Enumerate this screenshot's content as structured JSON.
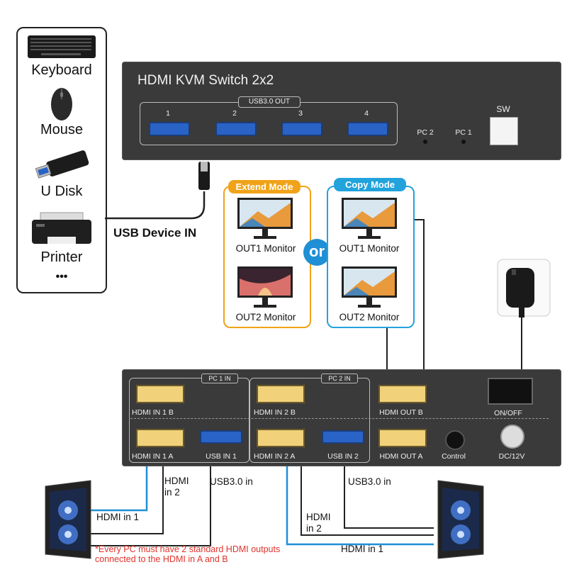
{
  "peripherals": {
    "items": [
      {
        "label": "Keyboard",
        "icon": "keyboard-icon"
      },
      {
        "label": "Mouse",
        "icon": "mouse-icon"
      },
      {
        "label": "U Disk",
        "icon": "usb-disk-icon"
      },
      {
        "label": "Printer",
        "icon": "printer-icon"
      }
    ],
    "more": "•••"
  },
  "usb_device_in": "USB Device IN",
  "front_panel": {
    "title": "HDMI KVM Switch 2x2",
    "usb_group_label": "USB3.0 OUT",
    "ports": [
      "1",
      "2",
      "3",
      "4"
    ],
    "pc_leds": [
      "PC 2",
      "PC 1"
    ],
    "sw_label": "SW"
  },
  "extend_mode": {
    "title": "Extend Mode",
    "monitors": [
      "OUT1 Monitor",
      "OUT2 Monitor"
    ],
    "color": "#f0a319"
  },
  "or_label": "or",
  "copy_mode": {
    "title": "Copy Mode",
    "monitors": [
      "OUT1 Monitor",
      "OUT2 Monitor"
    ],
    "color": "#22a3dc"
  },
  "rear_panel": {
    "pc1_group": "PC 1 IN",
    "pc2_group": "PC 2 IN",
    "ports": {
      "hdmi_in_1b": "HDMI IN 1 B",
      "hdmi_in_1a": "HDMI IN 1 A",
      "usb_in_1": "USB IN 1",
      "hdmi_in_2b": "HDMI IN 2 B",
      "hdmi_in_2a": "HDMI IN 2 A",
      "usb_in_2": "USB IN 2",
      "hdmi_out_b": "HDMI OUT B",
      "hdmi_out_a": "HDMI OUT A",
      "control": "Control",
      "on_off": "ON/OFF",
      "dc": "DC/12V"
    }
  },
  "cables": {
    "left_hdmi_in_2": [
      "HDMI",
      "in 2"
    ],
    "left_usb": "USB3.0 in",
    "left_hdmi_in_1": "HDMI in 1",
    "right_usb": "USB3.0 in",
    "right_hdmi_in_2": [
      "HDMI",
      "in 2"
    ],
    "right_hdmi_in_1": "HDMI in 1"
  },
  "note": [
    "*Every PC must have 2 standard HDMI outputs",
    "connected to the HDMI in A and B"
  ],
  "colors": {
    "hdmi_cable": "#1f8fd6",
    "note": "#e0322b",
    "panel": "#3a3a3a"
  }
}
